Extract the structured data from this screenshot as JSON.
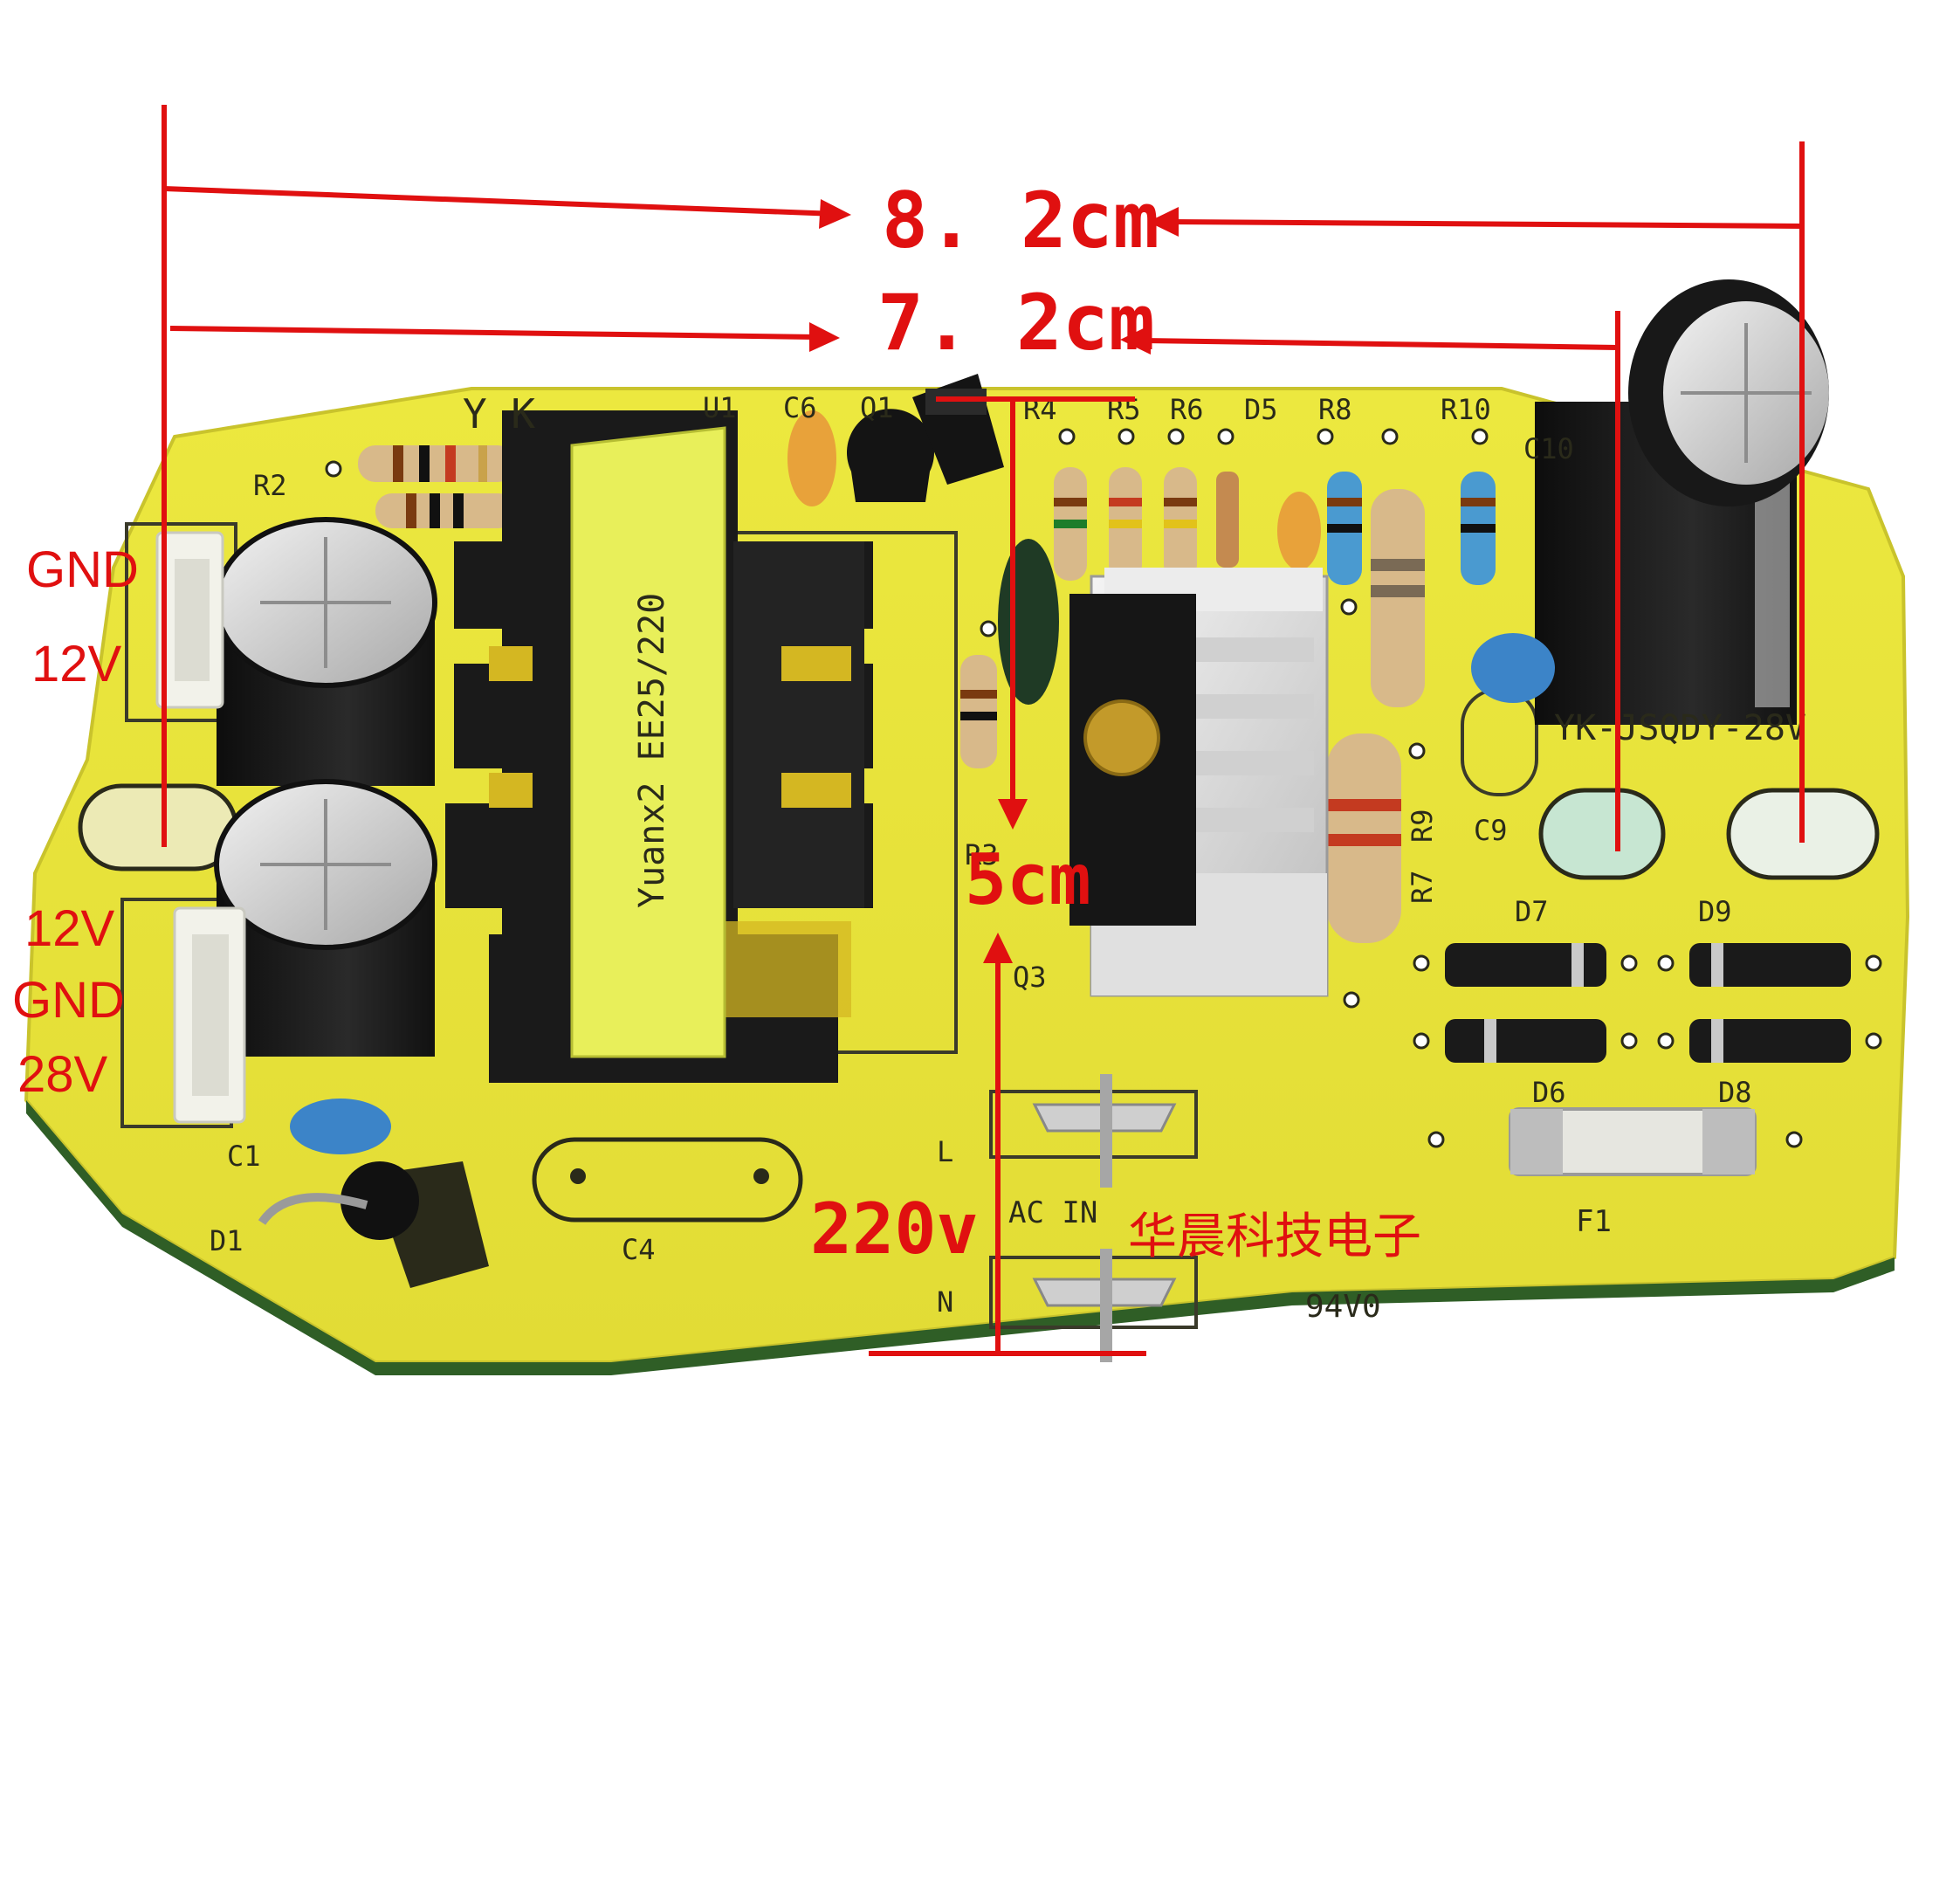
{
  "dimensions": {
    "width_total": "8. 2cm",
    "width_holes": "7. 2cm",
    "height": "5cm",
    "input_voltage": "220v"
  },
  "connectors": {
    "upper": [
      "GND",
      "12V"
    ],
    "lower": [
      "12V",
      "GND",
      "28V"
    ]
  },
  "watermark": "华晨科技电子",
  "silkscreen": {
    "brand": "Y K",
    "model": "YK-JSQDY-28V",
    "ac_in": "AC IN",
    "line": "L",
    "neutral": "N",
    "rating": "94V0",
    "transformer": "Yuanx2 EE25/220",
    "refs": {
      "u1": "U1",
      "c6": "C6",
      "q1": "Q1",
      "r4": "R4",
      "r5": "R5",
      "r6": "R6",
      "d5": "D5",
      "r8": "R8",
      "r10": "R10",
      "c10": "C10",
      "r2": "R2",
      "c9": "C9",
      "r9": "R9",
      "r7": "R7",
      "q3": "Q3",
      "d7": "D7",
      "d9": "D9",
      "d6": "D6",
      "d8": "D8",
      "f1": "F1",
      "c1": "C1",
      "d1": "D1",
      "c4": "C4",
      "r3": "R3"
    }
  },
  "colors": {
    "board": "#e6e23a",
    "annotation": "#e01010",
    "silkscreen": "#2a2a1a"
  }
}
